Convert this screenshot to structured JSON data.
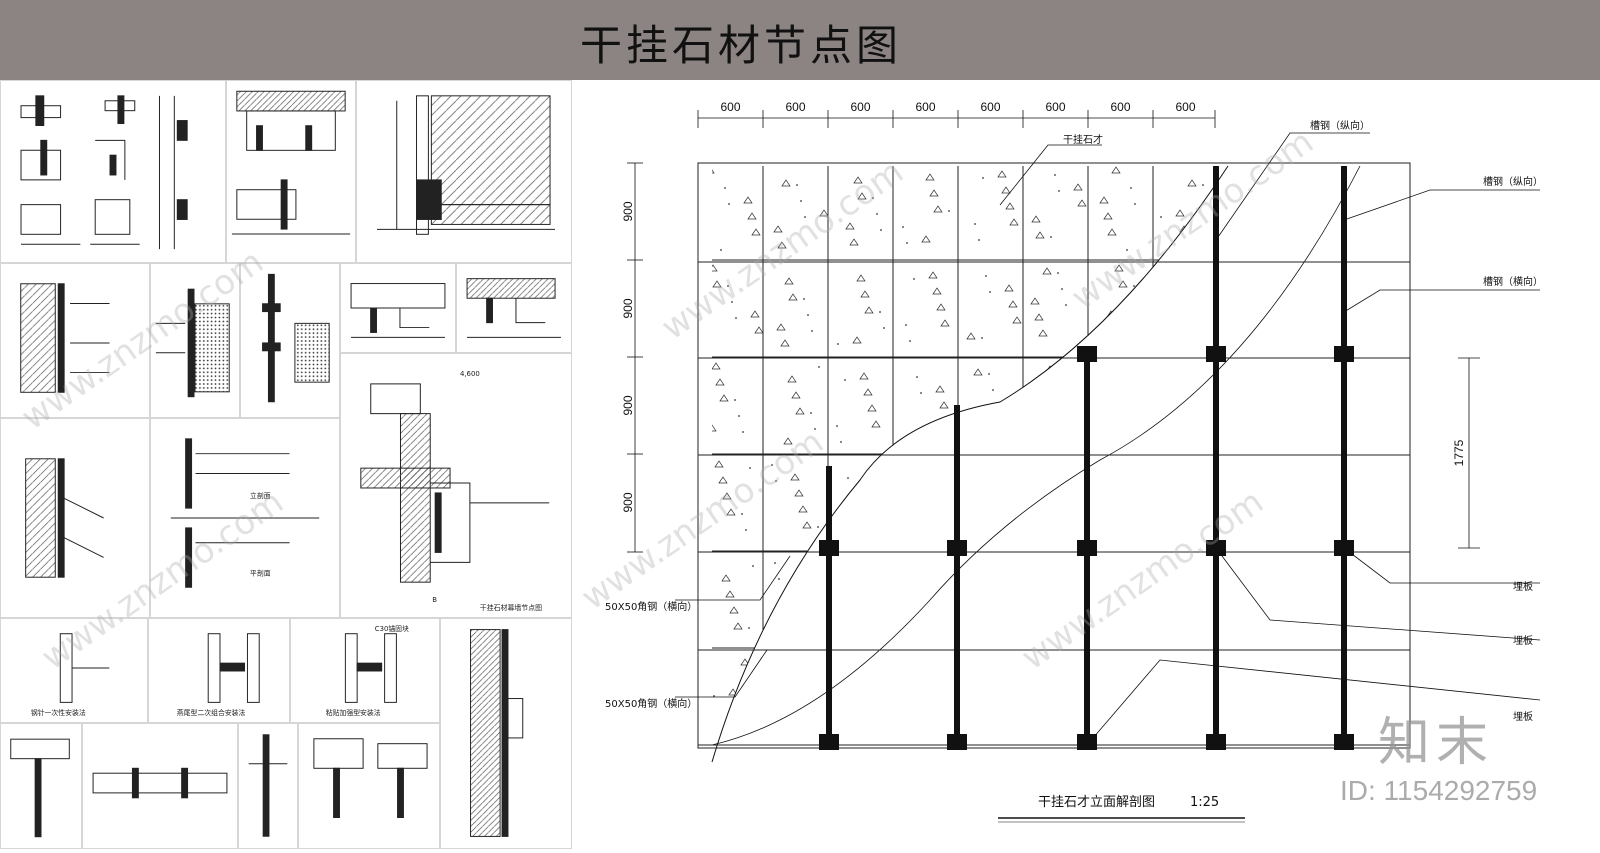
{
  "header": {
    "title": "干挂石材节点图"
  },
  "thumbnails": {
    "captions": [
      "立剖面",
      "平剖面",
      "4,600",
      "B",
      "干挂石材幕墙节点图",
      "钢针一次性安装法",
      "燕尾型二次组合安装法",
      "粘贴加强型安装法",
      "C30锚固块"
    ]
  },
  "drawing": {
    "top_dims": [
      "600",
      "600",
      "600",
      "600",
      "600",
      "600",
      "600",
      "600"
    ],
    "left_dims": [
      "900",
      "900",
      "900",
      "900"
    ],
    "right_dim": "1775",
    "labels": {
      "stone": "干挂石才",
      "channel_v1": "槽钢（纵向）",
      "channel_v2": "槽钢（纵向）",
      "channel_h": "槽钢（横向）",
      "embed1": "埋板",
      "embed2": "埋板",
      "embed3": "埋板",
      "angle1": "50X50角钢（横向）",
      "angle2": "50X50角钢（横向）"
    },
    "title": "干挂石才立面解剖图",
    "scale": "1:25"
  },
  "watermark": {
    "text": "www.znzmo.com",
    "logo": "知末",
    "id": "ID: 1154292759"
  }
}
